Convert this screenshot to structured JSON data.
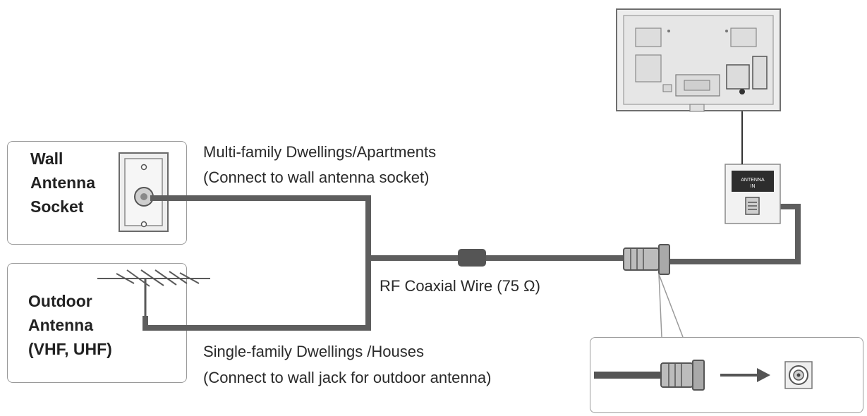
{
  "labels": {
    "wall_socket": [
      "Wall",
      "Antenna",
      "Socket"
    ],
    "outdoor_antenna": [
      "Outdoor",
      "Antenna",
      "(VHF, UHF)"
    ]
  },
  "captions": {
    "apartments_title": "Multi-family Dwellings/Apartments",
    "apartments_note": "(Connect to wall antenna socket)",
    "houses_title": "Single-family Dwellings /Houses",
    "houses_note": "(Connect to wall jack for outdoor antenna)",
    "wire": "RF Coaxial Wire (75 Ω)"
  },
  "tv_port": {
    "line1": "ANTENNA",
    "line2": "IN"
  },
  "colors": {
    "cable": "#5e5e5e",
    "outline": "#9a9a9a",
    "panel": "#f2f2f2"
  }
}
